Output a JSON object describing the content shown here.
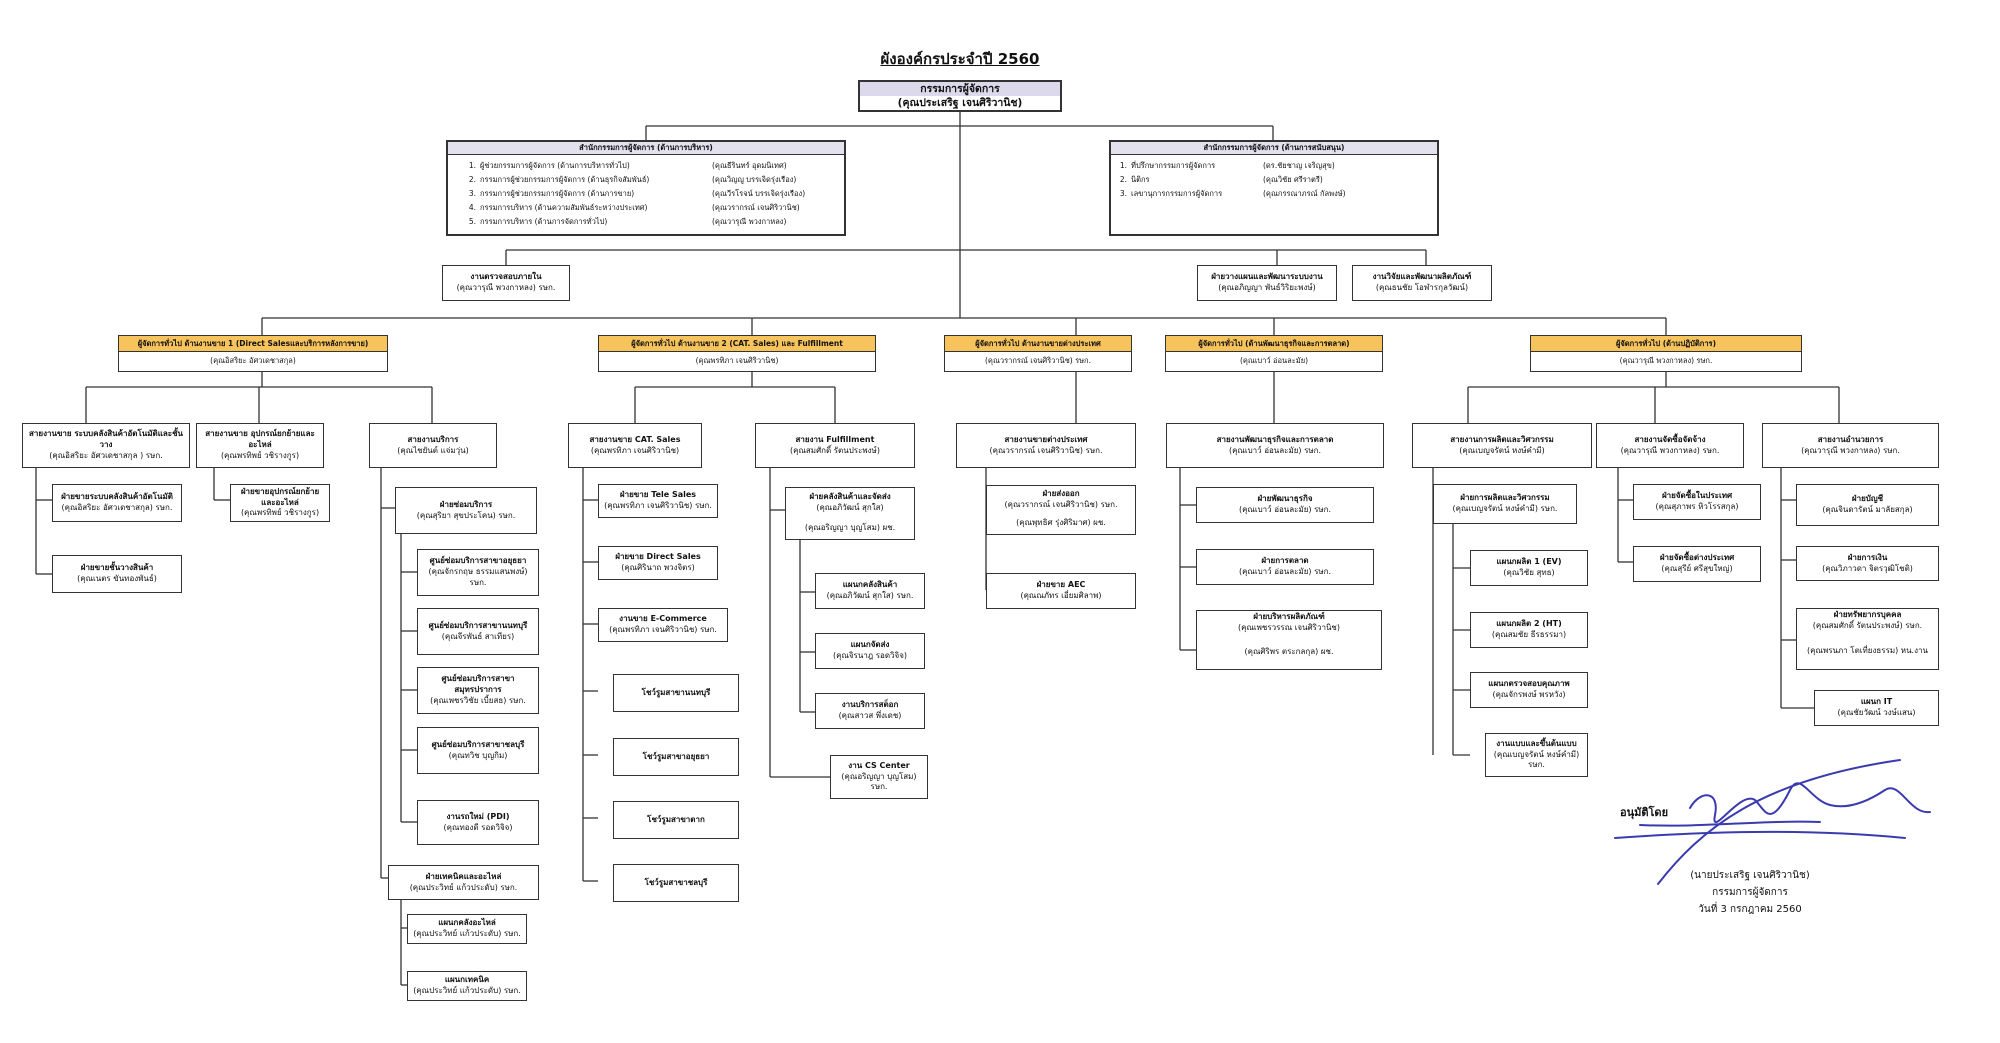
{
  "title": "ผังองค์กรประจำปี 2560",
  "ceo": {
    "title": "กรรมการผู้จัดการ",
    "person": "(คุณประเสริฐ เจนศิริวานิช)"
  },
  "office_admin": {
    "title": "สำนักกรรมการผู้จัดการ (ด้านการบริหาร)",
    "rows": [
      {
        "num": "1.",
        "role": "ผู้ช่วยกรรมการผู้จัดการ (ด้านการบริหารทั่วไป)",
        "person": "(คุณธีรินทร์ อุดมนิเทศ)"
      },
      {
        "num": "2.",
        "role": "กรรมการผู้ช่วยกรรมการผู้จัดการ (ด้านธุรกิจสัมพันธ์)",
        "person": "(คุณวิญญู บรรเจิดรุ่งเรือง)"
      },
      {
        "num": "3.",
        "role": "กรรมการผู้ช่วยกรรมการผู้จัดการ (ด้านการขาย)",
        "person": "(คุณวีรโรจน์ บรรเจิดรุ่งเรือง)"
      },
      {
        "num": "4.",
        "role": "กรรมการบริหาร (ด้านความสัมพันธ์ระหว่างประเทศ)",
        "person": "(คุณวรากรณ์ เจนศิริวานิช)"
      },
      {
        "num": "5.",
        "role": "กรรมการบริหาร (ด้านการจัดการทั่วไป)",
        "person": "(คุณวารุณี พวงกาหลง)"
      }
    ]
  },
  "office_support": {
    "title": "สำนักกรรมการผู้จัดการ (ด้านการสนับสนุน)",
    "rows": [
      {
        "num": "1.",
        "role": "ที่ปรึกษากรรมการผู้จัดการ",
        "person": "(ดร.ชัยชาญ เจริญสุข)"
      },
      {
        "num": "2.",
        "role": "นิติกร",
        "person": "(คุณวิชัย ศรีราตรี)"
      },
      {
        "num": "3.",
        "role": "เลขานุการกรรมการผู้จัดการ",
        "person": "(คุณกรรณาภรณ์ กัลพงษ์)"
      }
    ]
  },
  "staff_units": {
    "audit": {
      "title": "งานตรวจสอบภายใน",
      "person": "(คุณวารุณี พวงกาหลง) รษก."
    },
    "planning": {
      "title": "ฝ่ายวางแผนและพัฒนาระบบงาน",
      "person": "(คุณอภิญญา พันธ์วิริยะพงษ์)"
    },
    "research": {
      "title": "งานวิจัยและพัฒนาผลิตภัณฑ์",
      "person": "(คุณธนชัย โอฬารกุลวัฒน์)"
    }
  },
  "gms": [
    {
      "title": "ผู้จัดการทั่วไป ด้านงานขาย 1 (Direct Salesและบริการหลังการขาย)",
      "person": "(คุณอิสริยะ อัศวเดชาสกุล)"
    },
    {
      "title": "ผู้จัดการทั่วไป ด้านงานขาย 2 (CAT. Sales) และ Fulfillment",
      "person": "(คุณพรทิภา เจนศิริวานิช)"
    },
    {
      "title": "ผู้จัดการทั่วไป ด้านงานขายต่างประเทศ",
      "person": "(คุณวรากรณ์ เจนศิริวานิช) รษก."
    },
    {
      "title": "ผู้จัดการทั่วไป (ด้านพัฒนาธุรกิจและการตลาด)",
      "person": "(คุณเบาว์ อ่อนละมัย)"
    },
    {
      "title": "ผู้จัดการทั่วไป (ด้านปฏิบัติการ)",
      "person": "(คุณวารุณี พวงกาหลง) รษก."
    }
  ],
  "units": {
    "s1_a": {
      "title": "สายงานขาย ระบบคลังสินค้าอัตโนมัติและชั้นวาง",
      "person": "(คุณอิสริยะ อัศวเดชาสกุล ) รษก."
    },
    "s1_a1": {
      "title": "ฝ่ายขายระบบคลังสินค้าอัตโนมัติ",
      "person": "(คุณอิสริยะ อัศวเดชาสกุล) รษก."
    },
    "s1_a2": {
      "title": "ฝ่ายขายชั้นวางสินค้า",
      "person": "(คุณเนตร ขันทองพันธ์)"
    },
    "s1_b": {
      "title": "สายงานขาย อุปกรณ์ยกย้ายและอะไหล่",
      "person": "(คุณพรทิพย์ วชิรางกูร)"
    },
    "s1_b1": {
      "title": "ฝ่ายขายอุปกรณ์ยกย้ายและอะไหล่",
      "person": "(คุณพรทิพย์ วชิรางกูร)"
    },
    "s1_c": {
      "title": "สายงานบริการ",
      "person": "(คุณไชยันต์ แจ่มวุ่น)"
    },
    "s1_c1": {
      "title": "ฝ่ายซ่อมบริการ",
      "person": "(คุณสุริยา สุขประโคน) รษก."
    },
    "s1_c1a": {
      "title": "ศูนย์ซ่อมบริการสาขาอยุธยา",
      "person": "(คุณจักรกฤษ ธรรมแสนพงษ์) รษก."
    },
    "s1_c1b": {
      "title": "ศูนย์ซ่อมบริการสาขานนทบุรี",
      "person": "(คุณจีรพันธ์ สาเทียร)"
    },
    "s1_c1c": {
      "title": "ศูนย์ซ่อมบริการสาขาสมุทรปราการ",
      "person": "(คุณเพชรวิชัย เบี้ยสธ) รษก."
    },
    "s1_c1d": {
      "title": "ศูนย์ซ่อมบริการสาขาชลบุรี",
      "person": "(คุณทวิช บุญกิม)"
    },
    "s1_c1e": {
      "title": "งานรถใหม่ (PDI)",
      "person": "(คุณทองดี รอดวิจิจ)"
    },
    "s1_c2": {
      "title": "ฝ่ายเทคนิคและอะไหล่",
      "person": "(คุณประวิทย์ แก้วประดับ) รษก."
    },
    "s1_c2a": {
      "title": "แผนกคลังอะไหล่",
      "person": "(คุณประวิทย์ แก้วประดับ) รษก."
    },
    "s1_c2b": {
      "title": "แผนกเทคนิค",
      "person": "(คุณประวิทย์ แก้วประดับ) รษก."
    },
    "s2_a": {
      "title": "สายงานขาย CAT. Sales",
      "person": "(คุณพรทิภา เจนศิริวานิช)"
    },
    "s2_a1": {
      "title": "ฝ่ายขาย Tele Sales",
      "person": "(คุณพรทิภา เจนศิริวานิช) รษก."
    },
    "s2_a2": {
      "title": "ฝ่ายขาย Direct Sales",
      "person": "(คุณศิรินาถ พวงจิตร)"
    },
    "s2_a3": {
      "title": "งานขาย E-Commerce",
      "person": "(คุณพรทิภา เจนศิริวานิช) รษก."
    },
    "s2_a4": {
      "title": "โชว์รูมสาขานนทบุรี",
      "person": ""
    },
    "s2_a5": {
      "title": "โชว์รูมสาขาอยุธยา",
      "person": ""
    },
    "s2_a6": {
      "title": "โชว์รูมสาขาตาก",
      "person": ""
    },
    "s2_a7": {
      "title": "โชว์รูมสาขาชลบุรี",
      "person": ""
    },
    "s2_b": {
      "title": "สายงาน Fulfillment",
      "person": "(คุณสมศักดิ์ รัตนประพงษ์)"
    },
    "s2_b1": {
      "title": "ฝ่ายคลังสินค้าและจัดส่ง",
      "person": "(คุณอภิวัฒน์ สุกใส)"
    },
    "s2_b1x": {
      "title": "",
      "person": "(คุณอริญญา บุญโสม) ผช."
    },
    "s2_b1a": {
      "title": "แผนกคลังสินค้า",
      "person": "(คุณอภิวัฒน์ สุกใส) รษก."
    },
    "s2_b1b": {
      "title": "แผนกจัดส่ง",
      "person": "(คุณจิรนาฎ รอดวิจิจ)"
    },
    "s2_b1c": {
      "title": "งานบริการสต็อก",
      "person": "(คุณสาวส พึ่งเดช)"
    },
    "s2_b1d": {
      "title": "งาน CS Center",
      "person": "(คุณอริญญา บุญโสม) รษก."
    },
    "s3_a": {
      "title": "สายงานขายต่างประเทศ",
      "person": "(คุณวรากรณ์ เจนศิริวานิช) รษก."
    },
    "s3_a1": {
      "title": "ฝ่ายส่งออก",
      "person": "(คุณวรากรณ์ เจนศิริวานิช) รษก."
    },
    "s3_a1x": {
      "title": "",
      "person": "(คุณพุทธิศ รุ่งศิริมาศ) ผช."
    },
    "s3_a2": {
      "title": "ฝ่ายขาย AEC",
      "person": "(คุณณภัทร เอี่ยมศิลาพ)"
    },
    "s4_a": {
      "title": "สายงานพัฒนาธุรกิจและการตลาด",
      "person": "(คุณเบาว์ อ่อนละมัย) รษก."
    },
    "s4_a1": {
      "title": "ฝ่ายพัฒนาธุรกิจ",
      "person": "(คุณเบาว์ อ่อนละมัย) รษก."
    },
    "s4_a2": {
      "title": "ฝ่ายการตลาด",
      "person": "(คุณเบาว์ อ่อนละมัย) รษก."
    },
    "s4_a3": {
      "title": "ฝ่ายบริหารผลิตภัณฑ์",
      "person": "(คุณเพชรวรรณ เจนศิริวานิช)"
    },
    "s4_a3x": {
      "title": "",
      "person": "(คุณศิริพร ตระกลกุล) ผช."
    },
    "s5_a": {
      "title": "สายงานการผลิตและวิศวกรรม",
      "person": "(คุณเบญจรัตน์ หงษ์คำมี)"
    },
    "s5_a1": {
      "title": "ฝ่ายการผลิตและวิศวกรรม",
      "person": "(คุณเบญจรัตน์ หงษ์คำมี) รษก."
    },
    "s5_a1a": {
      "title": "แผนกผลิต 1 (EV)",
      "person": "(คุณวิชัย สุทธ)"
    },
    "s5_a1b": {
      "title": "แผนกผลิต 2 (HT)",
      "person": "(คุณสมชัย ธีรธรรมา)"
    },
    "s5_a1c": {
      "title": "แผนกตรวจสอบคุณภาพ",
      "person": "(คุณจักรพงษ์ พรหวัง)"
    },
    "s5_a1d": {
      "title": "งานแบบและขึ้นต้นแบบ",
      "person": "(คุณเบญจรัตน์ หงษ์คำมี) รษก."
    },
    "s5_b": {
      "title": "สายงานจัดซื้อจัดจ้าง",
      "person": "(คุณวารุณี พวงกาหลง) รษก."
    },
    "s5_b1": {
      "title": "ฝ่ายจัดซื้อในประเทศ",
      "person": "(คุณสุภาพร หิวโรรสกุล)"
    },
    "s5_b2": {
      "title": "ฝ่ายจัดซื้อต่างประเทศ",
      "person": "(คุณสุรีย์ ศรีสุขใหญ่)"
    },
    "s5_c": {
      "title": "สายงานอำนวยการ",
      "person": "(คุณวารุณี พวงกาหลง) รษก."
    },
    "s5_c1": {
      "title": "ฝ่ายบัญชี",
      "person": "(คุณจินดารัตน์ มาลัยสกุล)"
    },
    "s5_c2": {
      "title": "ฝ่ายการเงิน",
      "person": "(คุณวิภาวดา จิตรวุฒิโชติ)"
    },
    "s5_c3": {
      "title": "ฝ่ายทรัพยากรบุคคล",
      "person": "(คุณสมศักดิ์ รัตนประพงษ์) รษก."
    },
    "s5_c3x": {
      "title": "",
      "person": "(คุณพรนภา โตเที่ยงธรรม) หน.งาน"
    },
    "s5_c4": {
      "title": "แผนก IT",
      "person": "(คุณชัยวัฒน์ วงษ์แสน)"
    }
  },
  "approval": {
    "label": "อนุมัติโดย",
    "name": "(นายประเสริฐ เจนศิริวานิช)",
    "position": "กรรมการผู้จัดการ",
    "date": "วันที่ 3 กรกฎาคม 2560"
  }
}
